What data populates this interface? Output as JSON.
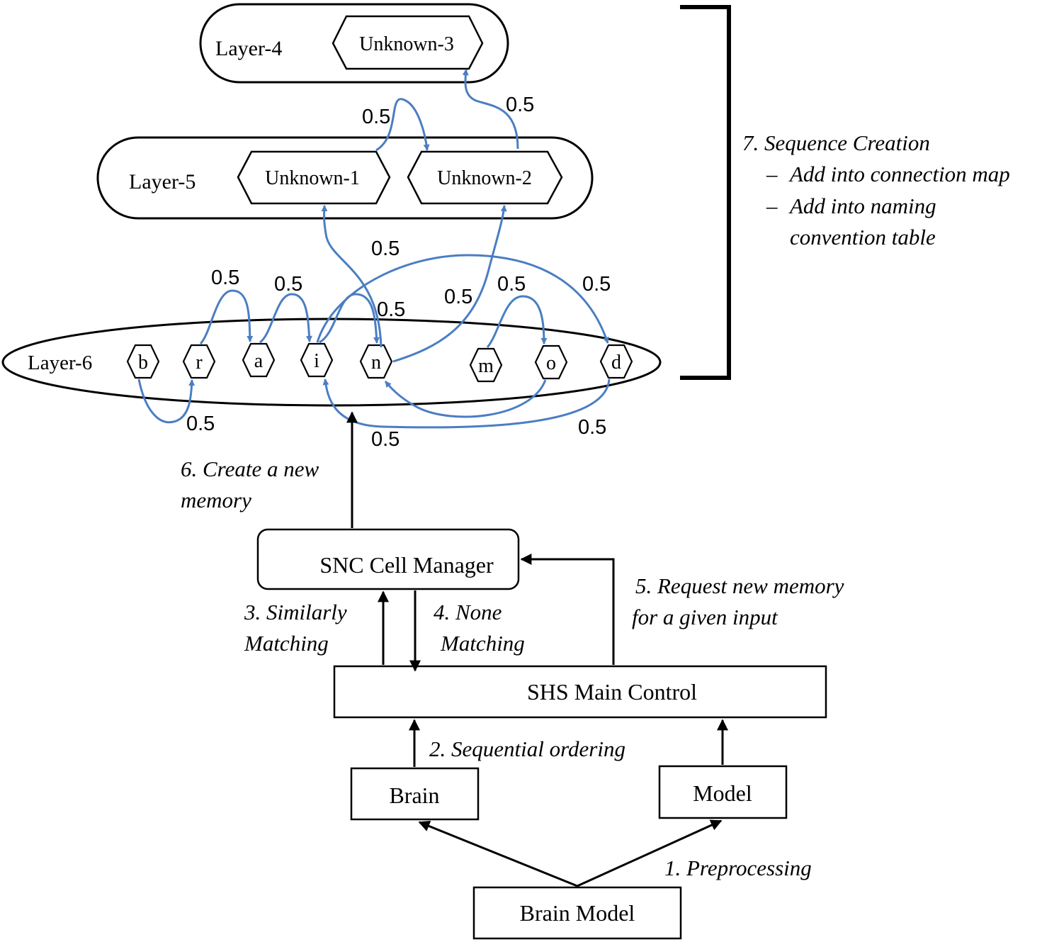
{
  "layers": {
    "layer4": {
      "label": "Layer-4",
      "nodes": [
        "Unknown-3"
      ]
    },
    "layer5": {
      "label": "Layer-5",
      "nodes": [
        "Unknown-1",
        "Unknown-2"
      ]
    },
    "layer6": {
      "label": "Layer-6",
      "nodes": [
        "b",
        "r",
        "a",
        "i",
        "n",
        "m",
        "o",
        "d"
      ]
    }
  },
  "weights": {
    "u1_u2": "0.5",
    "u2_u3": "0.5",
    "i_u1": "0.5",
    "n_u2": "0.5",
    "r_a": "0.5",
    "a_i": "0.5",
    "i_n": "0.5",
    "m_o": "0.5",
    "i_d": "0.5",
    "b_r": "0.5",
    "d_i": "0.5",
    "o_n": "0.5"
  },
  "boxes": {
    "snc_cell_manager": "SNC Cell Manager",
    "shs_main_control": "SHS Main Control",
    "brain": "Brain",
    "model": "Model",
    "brain_model": "Brain Model"
  },
  "steps": {
    "step1": "1. Preprocessing",
    "step2": "2. Sequential ordering",
    "step3_line1": "3. Similarly",
    "step3_line2": "Matching",
    "step4_line1": "4. None",
    "step4_line2": "Matching",
    "step5_line1": "5. Request new memory",
    "step5_line2": "for a given input",
    "step6_line1": "6. Create a new",
    "step6_line2": "memory",
    "step7_title": "7. Sequence Creation",
    "step7_item1_dash": "–",
    "step7_item1": "Add into connection map",
    "step7_item2_dash": "–",
    "step7_item2_line1": "Add into naming",
    "step7_item2_line2": "convention table"
  },
  "colors": {
    "connection": "#4a7ec2",
    "stroke": "#000000"
  }
}
